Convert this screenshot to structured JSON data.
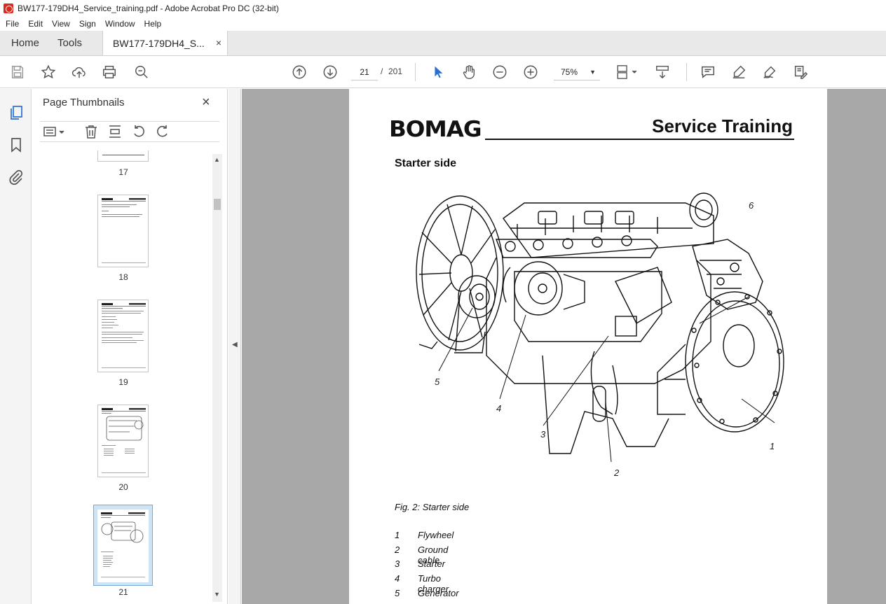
{
  "window": {
    "title": "BW177-179DH4_Service_training.pdf - Adobe Acrobat Pro DC (32-bit)"
  },
  "menu": [
    "File",
    "Edit",
    "View",
    "Sign",
    "Window",
    "Help"
  ],
  "tabs": {
    "home": "Home",
    "tools": "Tools",
    "document": "BW177-179DH4_S...",
    "close": "×"
  },
  "toolbar": {
    "page_current": "21",
    "page_separator": "/",
    "page_total": "201",
    "zoom": "75%",
    "icons": [
      "save-icon",
      "star-icon",
      "upload-icon",
      "print-icon",
      "zoom-search-icon",
      "page-up-icon",
      "page-down-icon",
      "select-arrow-icon",
      "hand-icon",
      "zoom-out-icon",
      "zoom-in-icon",
      "page-fit-icon",
      "scroll-mode-icon",
      "comment-icon",
      "highlight-icon",
      "sign-icon",
      "edit-tools-icon"
    ]
  },
  "rail": {
    "icons": [
      "page-thumbnails-icon",
      "bookmarks-icon",
      "attachments-icon"
    ]
  },
  "thumbnails": {
    "title": "Page Thumbnails",
    "close": "×",
    "pages": [
      {
        "num": "17"
      },
      {
        "num": "18"
      },
      {
        "num": "19"
      },
      {
        "num": "20"
      },
      {
        "num": "21",
        "selected": true
      }
    ]
  },
  "document": {
    "logo": "BOMAG",
    "header_title": "Service Training",
    "section_title": "Starter side",
    "figure_caption": "Fig. 2: Starter side",
    "callouts": [
      "1",
      "2",
      "3",
      "4",
      "5",
      "6"
    ],
    "legend": [
      {
        "num": "1",
        "label": "Flywheel"
      },
      {
        "num": "2",
        "label": "Ground cable"
      },
      {
        "num": "3",
        "label": "Starter"
      },
      {
        "num": "4",
        "label": "Turbo charger"
      },
      {
        "num": "5",
        "label": "Generator"
      }
    ]
  }
}
